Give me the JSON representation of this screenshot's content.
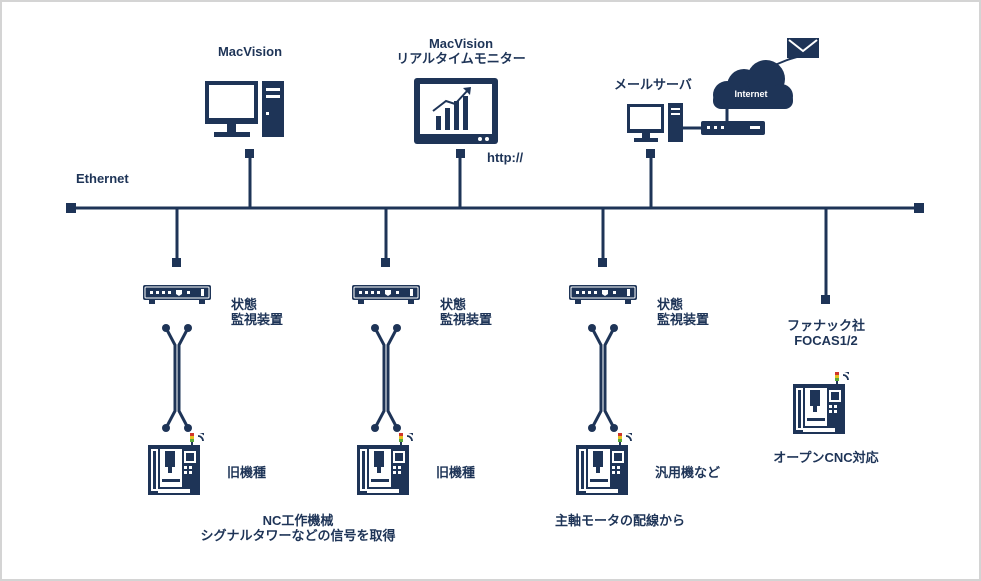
{
  "colors": {
    "navy": "#1e3457",
    "green": "#5aa83a",
    "yellow": "#e6c020",
    "red": "#d0352b",
    "border": "#d4d4d4"
  },
  "icons": {
    "desktop_pc": "desktop-computer-icon",
    "monitor": "monitor-chart-icon",
    "mail_server": "server-icon",
    "router": "router-icon",
    "cloud": "cloud-icon",
    "envelope": "envelope-icon",
    "status_monitor": "status-monitor-device-icon",
    "cable": "y-cable-icon",
    "cnc_machine": "cnc-machine-icon",
    "signal_tower": "signal-tower-icon",
    "wireless": "wifi-icon"
  },
  "network": {
    "ethernet_label": "Ethernet"
  },
  "macvision": {
    "title": "MacVision"
  },
  "monitor": {
    "title_line1": "MacVision",
    "title_line2": "リアルタイムモニター",
    "protocol": "http://"
  },
  "mail": {
    "title": "メールサーバ",
    "cloud_label": "Internet"
  },
  "status_device_label": {
    "line1": "状態",
    "line2": "監視装置"
  },
  "machines": {
    "m1": {
      "label": "旧機種"
    },
    "m2": {
      "label": "旧機種"
    },
    "m3": {
      "label": "汎用機など"
    },
    "m4": {
      "label_line1": "ファナック社",
      "label_line2": "FOCAS1/2",
      "label_bottom": "オープンCNC対応"
    }
  },
  "captions": {
    "nc": {
      "line1": "NC工作機械",
      "line2": "シグナルタワーなどの信号を取得"
    },
    "spindle": {
      "line1": "主軸モータの配線から"
    }
  }
}
